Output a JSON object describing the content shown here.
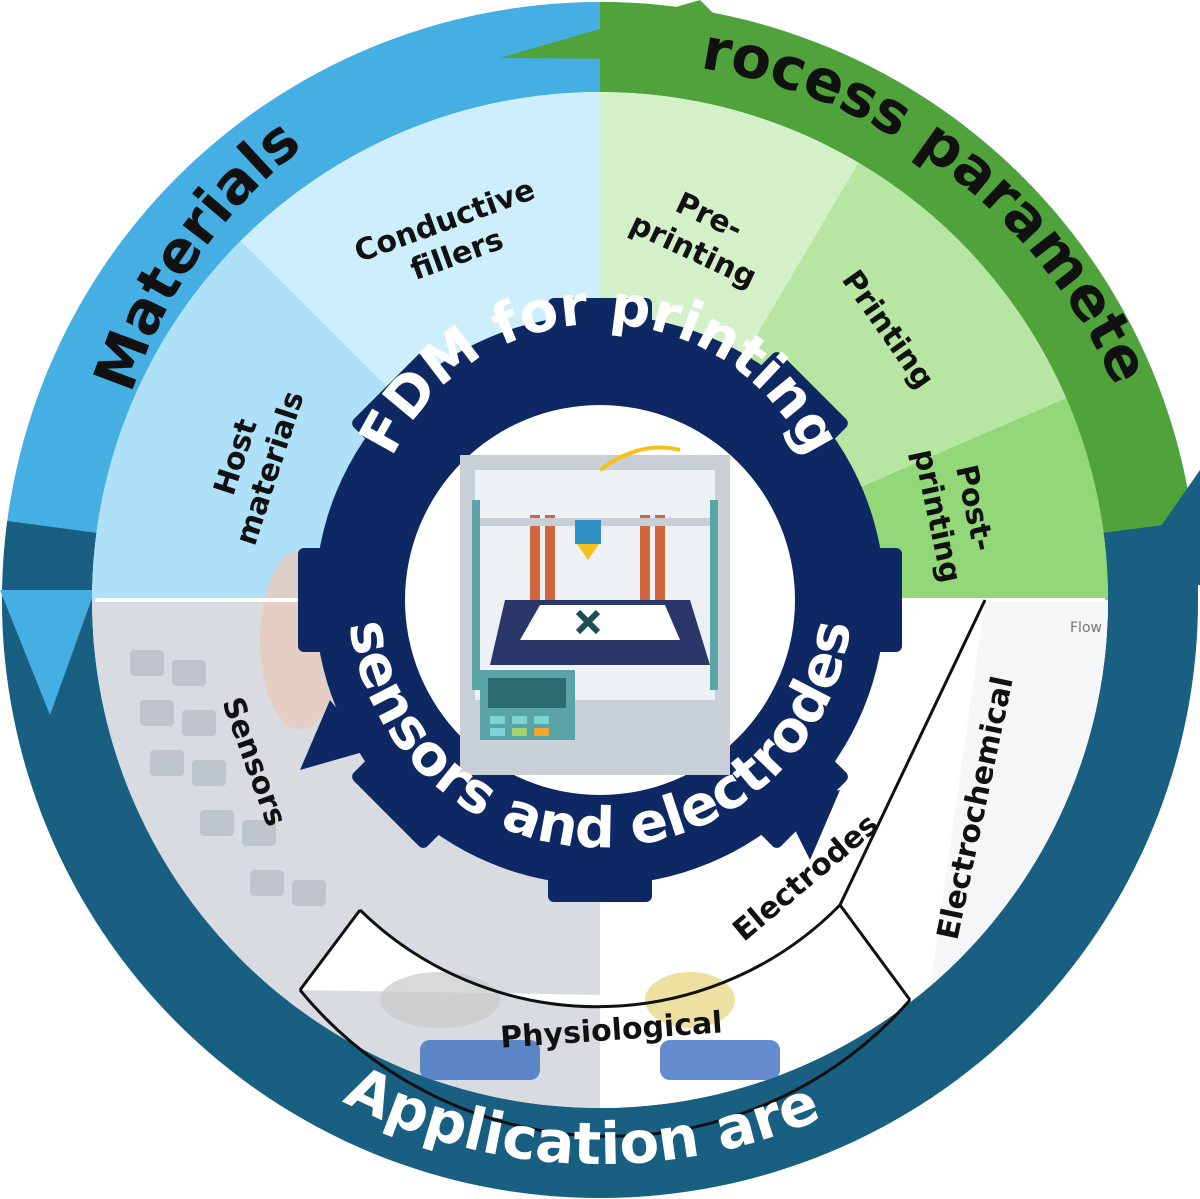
{
  "center": {
    "title_top": "FDM for printing",
    "title_bottom": "sensors and electrodes"
  },
  "outer_ring": {
    "materials": "Materials",
    "process": "Process parameters",
    "application": "Application area"
  },
  "materials": {
    "conductive_fillers": [
      "Conductive",
      "fillers"
    ],
    "host_materials": [
      "Host",
      "materials"
    ]
  },
  "process": {
    "pre_printing": [
      "Pre-",
      "printing"
    ],
    "printing": "Printing",
    "post_printing": [
      "Post-",
      "printing"
    ]
  },
  "application": {
    "sensors": "Sensors",
    "electrodes": "Electrodes",
    "electrochemical": "Electrochemical",
    "physiological": "Physiological",
    "photo_caption": "Flow out"
  },
  "colors": {
    "materials_outer": "#45aee2",
    "materials_inner_a": "#cdeefb",
    "materials_inner_b": "#aee0f7",
    "process_outer": "#4fa33a",
    "process_inner_a": "#d4f0c8",
    "process_inner_b": "#b6e6a2",
    "process_inner_c": "#92d878",
    "application_outer": "#185f82",
    "gear": "#0d2863",
    "center_text": "#ffffff"
  }
}
